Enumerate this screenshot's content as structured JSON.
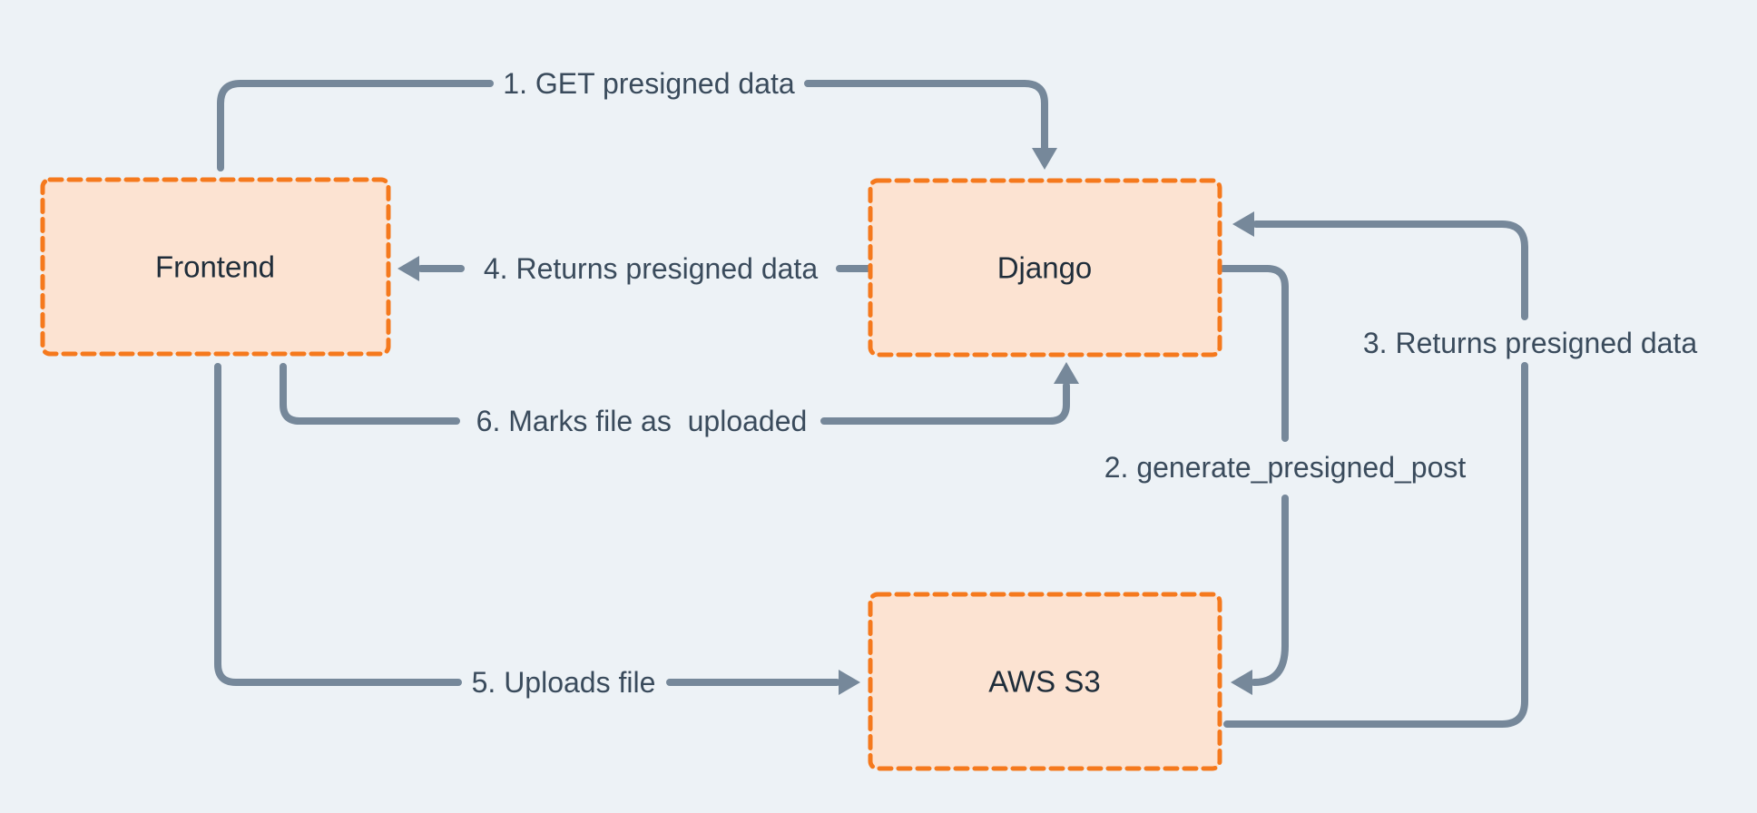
{
  "diagram": {
    "colors": {
      "background": "#edf2f6",
      "node_fill": "#fce3d2",
      "node_border": "#f5791d",
      "arrow": "#76889a",
      "edge_label_text": "#3a4b5c",
      "node_label_text": "#1f2d3a"
    },
    "nodes": [
      {
        "id": "frontend",
        "label": "Frontend"
      },
      {
        "id": "django",
        "label": "Django"
      },
      {
        "id": "aws-s3",
        "label": "AWS S3"
      }
    ],
    "edges": [
      {
        "step": "1",
        "from": "frontend",
        "to": "django",
        "label": "1. GET presigned data"
      },
      {
        "step": "2",
        "from": "django",
        "to": "aws-s3",
        "label": "2. generate_presigned_post"
      },
      {
        "step": "3",
        "from": "aws-s3",
        "to": "django",
        "label": "3. Returns presigned data"
      },
      {
        "step": "4",
        "from": "django",
        "to": "frontend",
        "label": "4. Returns presigned data"
      },
      {
        "step": "5",
        "from": "frontend",
        "to": "aws-s3",
        "label": "5. Uploads file"
      },
      {
        "step": "6",
        "from": "frontend",
        "to": "django",
        "label": "6. Marks file as  uploaded"
      }
    ]
  }
}
